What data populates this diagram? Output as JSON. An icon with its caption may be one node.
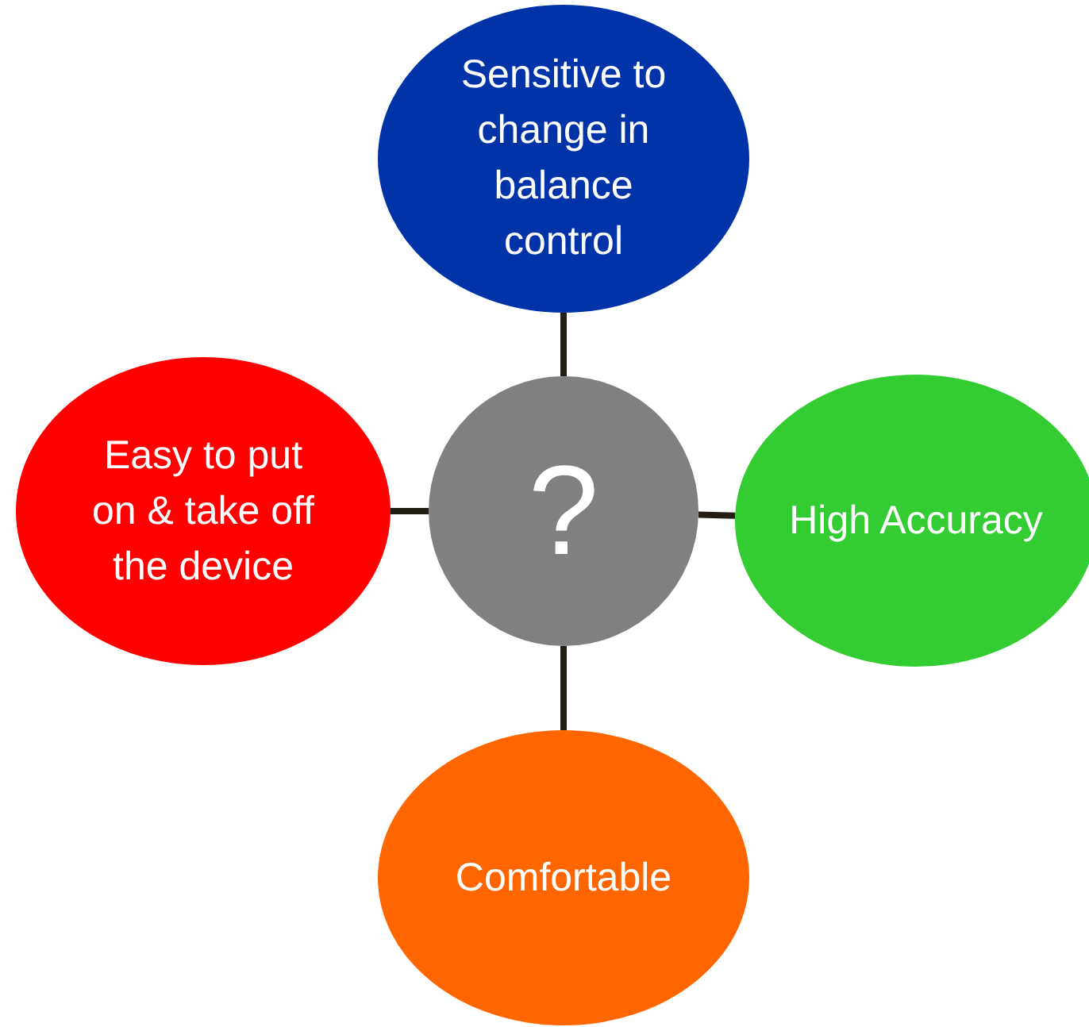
{
  "diagram": {
    "nodes": [
      {
        "text": [
          "Sensitive to change in balance control"
        ]
      },
      {
        "text": [
          "Easy to put on & take off the device"
        ]
      },
      {
        "text": [
          "?"
        ]
      },
      {
        "text": [
          "High Accuracy"
        ]
      },
      {
        "text": [
          "Comfortable"
        ]
      }
    ],
    "edges": [
      {
        "from": 2,
        "to": 0,
        "arrow": "none"
      },
      {
        "from": 2,
        "to": 1,
        "arrow": "none"
      },
      {
        "from": 2,
        "to": 3,
        "arrow": "none"
      },
      {
        "from": 2,
        "to": 4,
        "arrow": "none"
      }
    ]
  }
}
